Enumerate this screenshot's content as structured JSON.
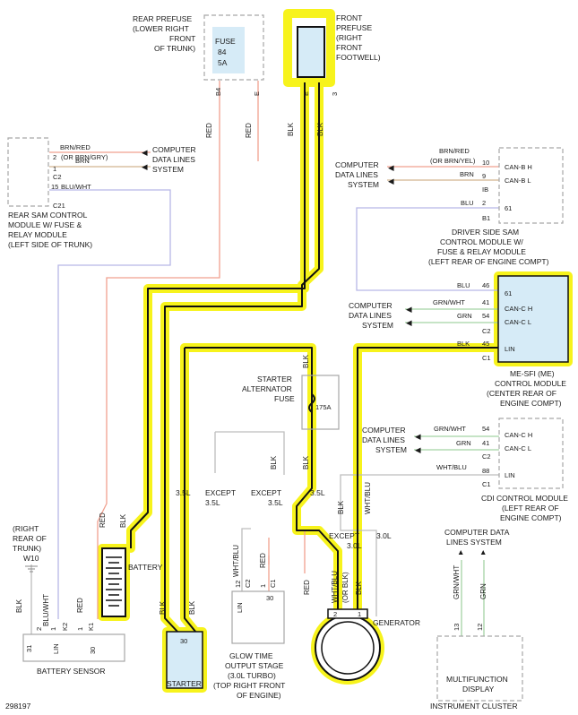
{
  "diagram_id": "298197",
  "colors": {
    "highlight": "#f7f31c",
    "blk": "#111111",
    "red": "#f0a08f",
    "blu": "#b7b7e6",
    "brn": "#d2b58f",
    "grn": "#a3d3a3",
    "gray": "#bdbdbd",
    "module_fill": "#d6ebf7"
  },
  "components": {
    "rear_prefuse": {
      "label": [
        "REAR PREFUSE",
        "(LOWER RIGHT",
        "FRONT",
        "OF TRUNK)"
      ],
      "fuse": [
        "FUSE",
        "84",
        "5A"
      ],
      "pins": [
        "B4",
        "E"
      ]
    },
    "front_prefuse": {
      "label": [
        "FRONT",
        "PREFUSE",
        "(RIGHT",
        "FRONT",
        "FOOTWELL)"
      ],
      "pins": [
        "E",
        "3"
      ]
    },
    "rear_sam": {
      "label": [
        "REAR SAM CONTROL",
        "MODULE W/ FUSE &",
        "RELAY MODULE",
        "(LEFT SIDE OF TRUNK)"
      ],
      "pins": [
        {
          "num": "2",
          "wire": "BRN/RED",
          "wire2": "(OR BRN/GRY)"
        },
        {
          "num": "1",
          "wire": "BRN"
        },
        {
          "num": "15",
          "wire": "BLU/WHT"
        }
      ],
      "connectors": [
        "C2",
        "C21"
      ]
    },
    "rear_sam_dest": [
      "COMPUTER",
      "DATA LINES",
      "SYSTEM"
    ],
    "driver_sam": {
      "label": [
        "DRIVER SIDE SAM",
        "CONTROL MODULE W/",
        "FUSE & RELAY MODULE",
        "(LEFT REAR OF ENGINE COMPT)"
      ],
      "pins": [
        {
          "num": "10",
          "wire": "BRN/RED",
          "wire2": "(OR BRN/YEL)",
          "name": "CAN-B H"
        },
        {
          "num": "9",
          "wire": "BRN",
          "name": "CAN-B L"
        },
        {
          "num": "2",
          "wire": "BLU",
          "name": "61"
        }
      ],
      "connectors": [
        "IB",
        "B1"
      ],
      "dest": [
        "COMPUTER",
        "DATA LINES",
        "SYSTEM"
      ]
    },
    "me_sfi": {
      "label": [
        "ME-SFI (ME)",
        "CONTROL MODULE",
        "(CENTER REAR OF",
        "ENGINE COMPT)"
      ],
      "pins": [
        {
          "num": "46",
          "wire": "BLU",
          "name": "61"
        },
        {
          "num": "41",
          "wire": "GRN/WHT",
          "name": "CAN-C H"
        },
        {
          "num": "54",
          "wire": "GRN",
          "name": "CAN-C L"
        },
        {
          "num": "45",
          "wire": "BLK",
          "name": "LIN"
        }
      ],
      "connectors": [
        "C2",
        "C1"
      ],
      "dest": [
        "COMPUTER",
        "DATA LINES",
        "SYSTEM"
      ]
    },
    "cdi": {
      "label": [
        "CDI CONTROL MODULE",
        "(LEFT REAR OF",
        "ENGINE COMPT)"
      ],
      "pins": [
        {
          "num": "54",
          "wire": "GRN/WHT",
          "name": "CAN-C H"
        },
        {
          "num": "41",
          "wire": "GRN",
          "name": "CAN-C L"
        },
        {
          "num": "88",
          "wire": "WHT/BLU",
          "name": "LIN"
        }
      ],
      "connectors": [
        "C2",
        "C1"
      ],
      "dest": [
        "COMPUTER",
        "DATA LINES",
        "SYSTEM"
      ]
    },
    "starter_fuse": {
      "label": [
        "STARTER",
        "ALTERNATOR",
        "FUSE"
      ],
      "rating": "175A"
    },
    "battery": {
      "label": "BATTERY"
    },
    "starter": {
      "label": "STARTER",
      "pin": "30"
    },
    "generator": {
      "label": "GENERATOR",
      "pins": [
        "2",
        "1"
      ]
    },
    "glow": {
      "label": [
        "GLOW TIME",
        "OUTPUT STAGE",
        "(3.0L TURBO)",
        "(TOP RIGHT FRONT",
        "OF ENGINE)"
      ],
      "pins": [
        {
          "name": "LIN",
          "num": "12",
          "conn": "C2"
        },
        {
          "name": "30",
          "num": "1",
          "conn": "C1"
        }
      ]
    },
    "battery_sensor": {
      "label": "BATTERY SENSOR",
      "pins": [
        {
          "num": "31",
          "conn": ""
        },
        {
          "num": "2",
          "name": "LIN",
          "conn": "K2"
        },
        {
          "num": "1",
          "name": "30",
          "conn": "K1"
        }
      ]
    },
    "ground": {
      "label": [
        "(RIGHT",
        "REAR OF",
        "TRUNK)"
      ],
      "id": "W10"
    },
    "cluster": {
      "label": "INSTRUMENT CLUSTER",
      "display": [
        "MULTIFUNCTION",
        "DISPLAY"
      ],
      "pins": [
        "13",
        "12"
      ],
      "dest": [
        "COMPUTER DATA",
        "LINES SYSTEM"
      ]
    }
  },
  "wire_labels": {
    "red": "RED",
    "blk": "BLK",
    "blu_wht": "BLU/WHT",
    "wht_blu": "WHT/BLU",
    "wht_blu_or_blk": [
      "WHT/BLU",
      "(OR BLK)"
    ],
    "grn_wht": "GRN/WHT",
    "grn": "GRN"
  },
  "splices": {
    "left": [
      "3.5L",
      "EXCEPT",
      "3.5L"
    ],
    "mid": [
      "EXCEPT",
      "3.5L",
      "3.5L"
    ],
    "right": [
      "EXCEPT",
      "3.0L",
      "3.0L"
    ]
  }
}
